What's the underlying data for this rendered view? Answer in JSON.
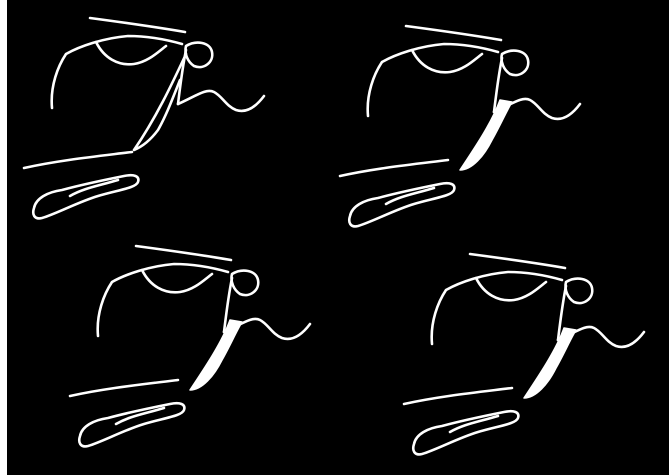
{
  "figure": {
    "background_color": "#000000",
    "line_color": "#ffffff",
    "panels": [
      {
        "name": "panel-top-left",
        "airway_fill": 0.0
      },
      {
        "name": "panel-top-right",
        "airway_fill": 1.0
      },
      {
        "name": "panel-bottom-left",
        "airway_fill": 1.0
      },
      {
        "name": "panel-bottom-right",
        "airway_fill": 1.0
      }
    ]
  }
}
